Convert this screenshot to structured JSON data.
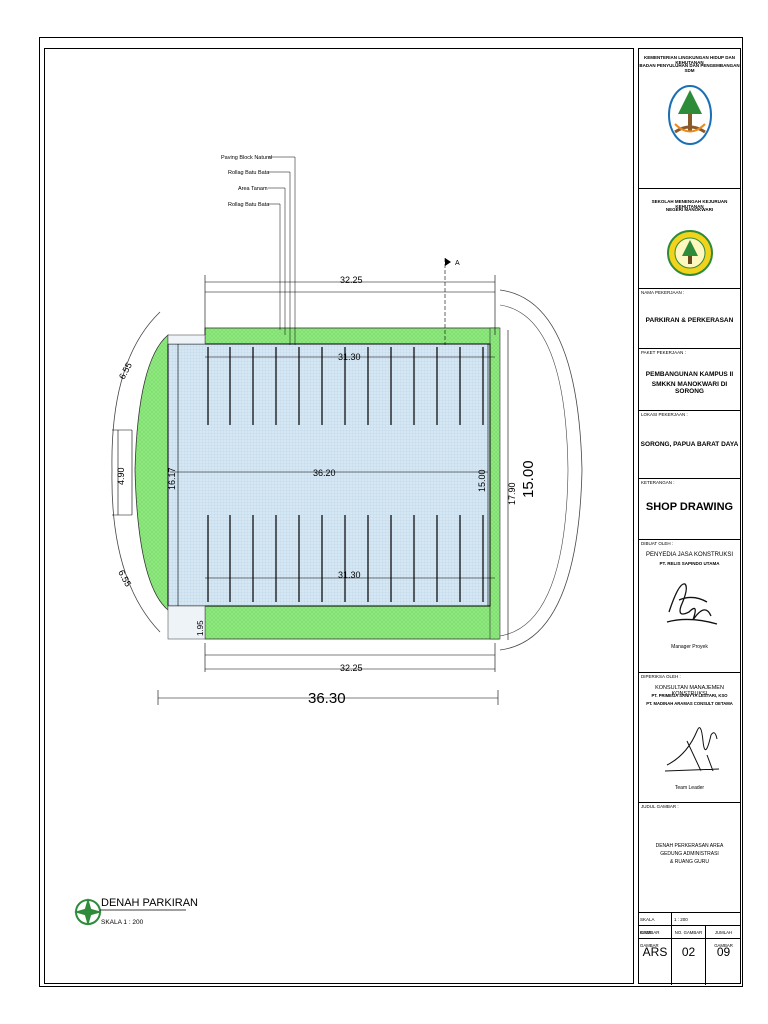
{
  "plan": {
    "annotations": [
      "Paving Block Natural",
      "Rollag Batu Bata",
      "Area Tanam",
      "Rollag Batu Bata"
    ],
    "section_marker": "A",
    "dims": {
      "top_outer": "32.25",
      "top_inner": "31.30",
      "middle": "36.20",
      "bottom_inner": "31.30",
      "bottom_outer": "32.25",
      "overall": "36.30",
      "left_height": "16.17",
      "left_gap": "4.90",
      "left_arc_top": "6.55",
      "left_arc_bottom": "6.55",
      "left_corner": "1.95",
      "right_inner": "15.00",
      "right_outer": "17.90",
      "right_big": "15.00"
    }
  },
  "drawing_title": {
    "title": "DENAH PARKIRAN",
    "scale": "SKALA 1 : 200",
    "north_icon": "compass-icon"
  },
  "title_block": {
    "ministry": [
      "KEMENTERIAN LINGKUNGAN HIDUP DAN KEHUTANAN",
      "BADAN PENYULUHAN DAN PENGEMBANGAN SDM"
    ],
    "school": [
      "SEKOLAH MENENGAH KEJURUAN KEHUTANAN",
      "NEGERI MANOKWARI"
    ],
    "work_name_label": "NAMA PEKERJAAN :",
    "work_name": "PARKIRAN & PERKERASAN",
    "package_label": "PAKET PEKERJAAN :",
    "package": [
      "PEMBANGUNAN KAMPUS II",
      "SMKKN MANOKWARI DI SORONG"
    ],
    "location_label": "LOKASI PEKERJAAN :",
    "location": "SORONG, PAPUA BARAT DAYA",
    "notes_label": "KETERANGAN :",
    "notes": "SHOP DRAWING",
    "made_by_label": "DIBUAT OLEH :",
    "contractor": "PENYEDIA JASA KONSTRUKSI",
    "contractor_name": "PT. RELIS SAPINDO UTAMA",
    "contractor_role": "Manager Proyek",
    "checked_by_label": "DIPERIKSA OLEH :",
    "consultant": "KONSULTAN MANAJEMEN KONSTRUKSI",
    "consultant_name1": "PT. PRIMEGA SANIYYA LESTARI, KSO",
    "consultant_name2": "PT. MADINAH ARAMAS CONSULT OETAMA",
    "consultant_role": "Team Leader",
    "drawing_title_label": "JUDUL GAMBAR :",
    "drawing_title": [
      "DENAH PERKERASAN AREA",
      "GEDUNG ADMINISTRASI",
      "& RUANG GURU"
    ],
    "scale_label": "SKALA GAMBAR",
    "scale_value": "1 : 200",
    "code_label": "KODE GAMBAR",
    "number_label": "NO. GAMBAR",
    "total_label": "JUMLAH GAMBAR",
    "code": "ARS",
    "number": "02",
    "total": "09"
  },
  "colors": {
    "grass": "#8fe87f",
    "paving": "#d6e7f4",
    "logo_green": "#2e8b3a",
    "logo_yellow": "#f2d21b"
  }
}
